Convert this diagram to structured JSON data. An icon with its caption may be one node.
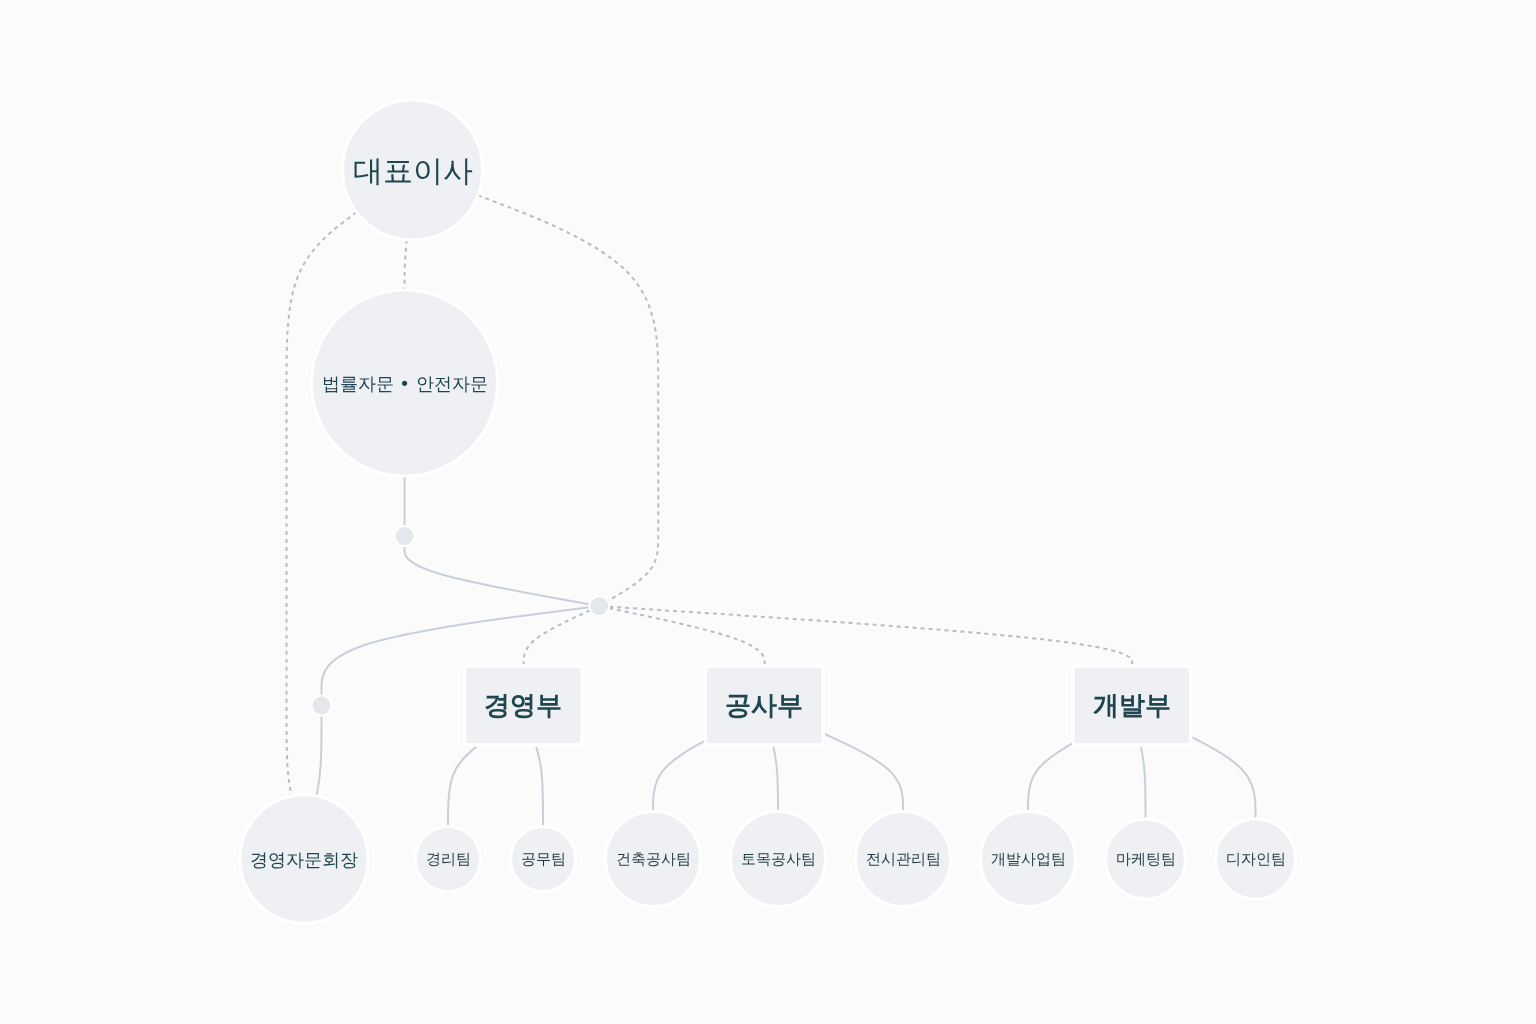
{
  "diagram": {
    "nodes": [
      {
        "text": [
          "대표이사"
        ]
      },
      {
        "text": [
          "법률자문 • 안전자문"
        ]
      },
      {
        "text": [
          "경영자문회장"
        ]
      },
      {
        "text": [],
        "shape": "circle"
      },
      {
        "text": [],
        "shape": "circle"
      },
      {
        "text": [],
        "shape": "circle"
      },
      {
        "text": [
          "경영부"
        ]
      },
      {
        "text": [
          "공사부"
        ]
      },
      {
        "text": [
          "개발부"
        ]
      },
      {
        "text": [
          "경리팀"
        ]
      },
      {
        "text": [
          "공무팀"
        ]
      },
      {
        "text": [
          "건축공사팀"
        ]
      },
      {
        "text": [
          "토목공사팀"
        ]
      },
      {
        "text": [
          "전시관리팀"
        ]
      },
      {
        "text": [
          "개발사업팀"
        ]
      },
      {
        "text": [
          "마케팅팀"
        ]
      },
      {
        "text": [
          "디자인팀"
        ]
      }
    ],
    "edges": [
      {
        "from": 0,
        "to": 1,
        "arrow": "none",
        "style": "dashed"
      },
      {
        "from": 0,
        "to": 2,
        "arrow": "none",
        "style": "dashed"
      },
      {
        "from": 1,
        "to": 3,
        "arrow": "none"
      },
      {
        "from": 3,
        "to": 4,
        "arrow": "none"
      },
      {
        "from": 4,
        "to": 5,
        "arrow": "none"
      },
      {
        "from": 5,
        "to": 2,
        "arrow": "none"
      },
      {
        "from": 0,
        "to": 4,
        "arrow": "none",
        "style": "dashed"
      },
      {
        "from": 4,
        "to": 6,
        "arrow": "none",
        "style": "dashed"
      },
      {
        "from": 4,
        "to": 7,
        "arrow": "none",
        "style": "dashed"
      },
      {
        "from": 4,
        "to": 8,
        "arrow": "none",
        "style": "dashed"
      },
      {
        "from": 6,
        "to": 9,
        "arrow": "none"
      },
      {
        "from": 6,
        "to": 10,
        "arrow": "none"
      },
      {
        "from": 7,
        "to": 11,
        "arrow": "none"
      },
      {
        "from": 7,
        "to": 12,
        "arrow": "none"
      },
      {
        "from": 7,
        "to": 13,
        "arrow": "none"
      },
      {
        "from": 8,
        "to": 14,
        "arrow": "none"
      },
      {
        "from": 8,
        "to": 15,
        "arrow": "none"
      },
      {
        "from": 8,
        "to": 16,
        "arrow": "none"
      }
    ]
  }
}
